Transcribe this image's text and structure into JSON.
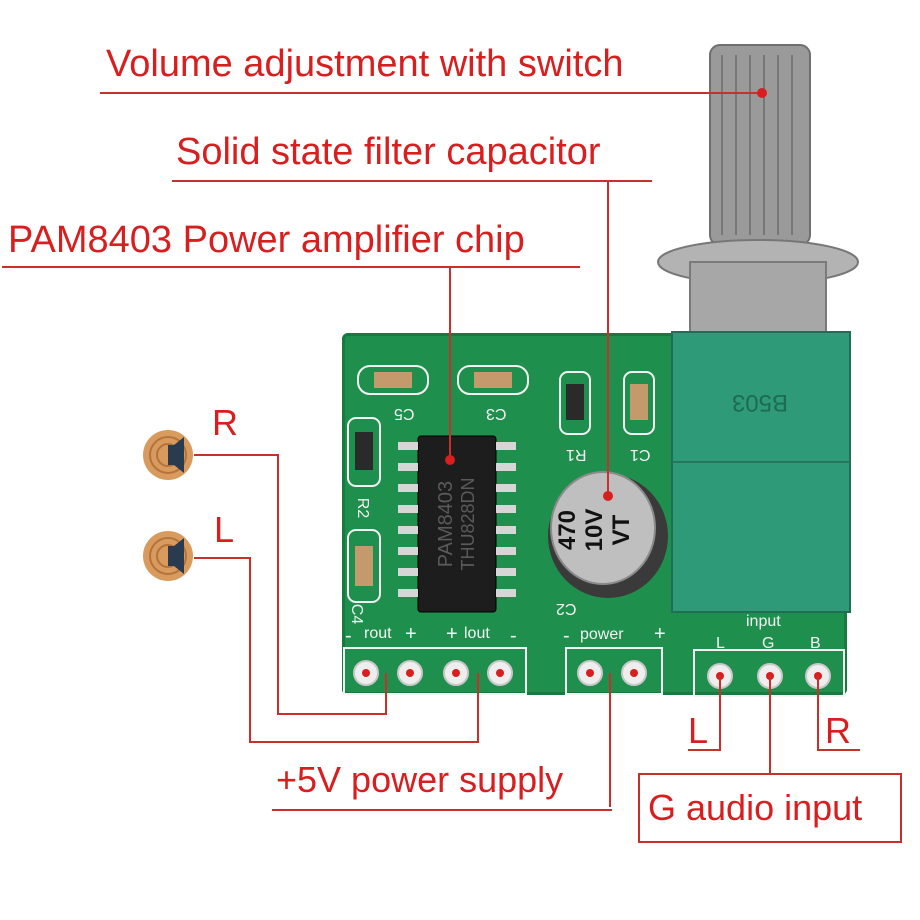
{
  "labels": {
    "volume": "Volume adjustment with switch",
    "capacitor": "Solid state filter capacitor",
    "chip": "PAM8403 Power amplifier chip",
    "right_speaker": "R",
    "left_speaker": "L",
    "power": "+5V power supply",
    "input_left": "L",
    "input_right": "R",
    "audio_input": "G audio input"
  },
  "board": {
    "chip_marking_1": "PAM8403",
    "chip_marking_2": "THU828DN",
    "cap_value": "470",
    "cap_voltage": "10V",
    "cap_series": "VT",
    "silk_rout": "rout",
    "silk_lout": "lout",
    "silk_power": "power",
    "silk_input": "input",
    "silk_L": "L",
    "silk_G": "G",
    "silk_B": "B",
    "silk_C5": "C5",
    "silk_C3": "C3",
    "silk_C1": "C1",
    "silk_R1": "R1",
    "silk_R2": "R2",
    "silk_C4": "C4",
    "silk_C2": "C2",
    "pot_marking": "B503"
  },
  "colors": {
    "label": "#d81e1e",
    "pcb": "#1f8f4e",
    "potentiometer": "#2e9a78"
  }
}
